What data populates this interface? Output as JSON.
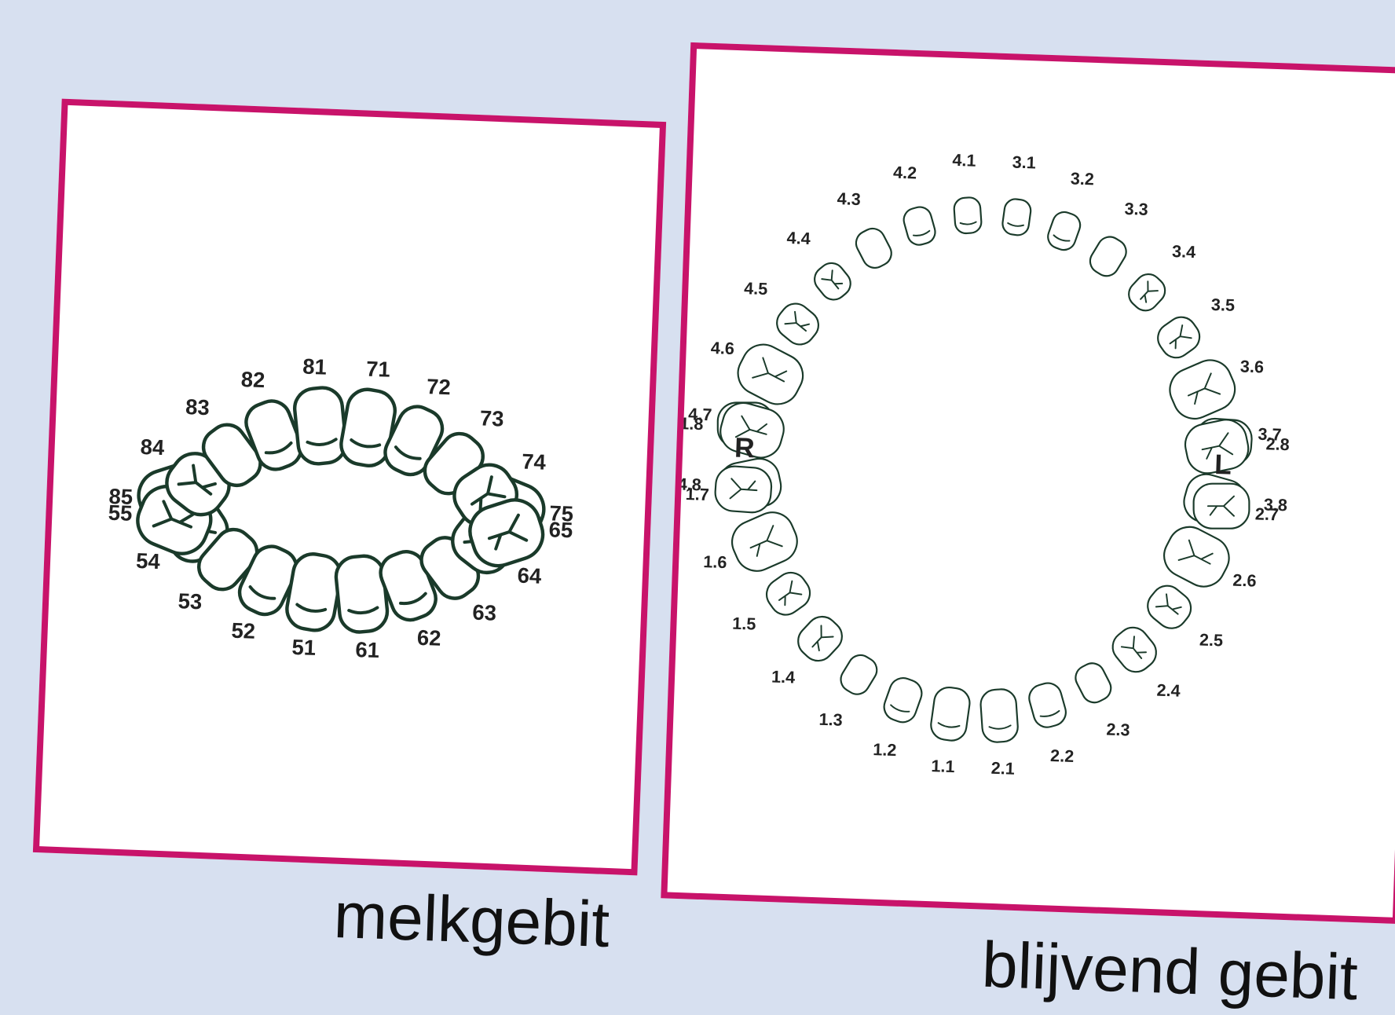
{
  "primary_chart": {
    "caption": "melkgebit",
    "upper": [
      "55",
      "54",
      "53",
      "52",
      "51",
      "61",
      "62",
      "63",
      "64",
      "65"
    ],
    "lower": [
      "85",
      "84",
      "83",
      "82",
      "81",
      "71",
      "72",
      "73",
      "74",
      "75"
    ]
  },
  "permanent_chart": {
    "caption": "blijvend gebit",
    "side_right": "R",
    "side_left": "L",
    "upper": [
      "1.8",
      "1.7",
      "1.6",
      "1.5",
      "1.4",
      "1.3",
      "1.2",
      "1.1",
      "2.1",
      "2.2",
      "2.3",
      "2.4",
      "2.5",
      "2.6",
      "2.7",
      "2.8"
    ],
    "lower": [
      "4.8",
      "4.7",
      "4.6",
      "4.5",
      "4.4",
      "4.3",
      "4.2",
      "4.1",
      "3.1",
      "3.2",
      "3.3",
      "3.4",
      "3.5",
      "3.6",
      "3.7",
      "3.8"
    ]
  },
  "colors": {
    "frame": "#c8136a",
    "background": "#d7e0f0",
    "line": "#1a3a2a"
  }
}
